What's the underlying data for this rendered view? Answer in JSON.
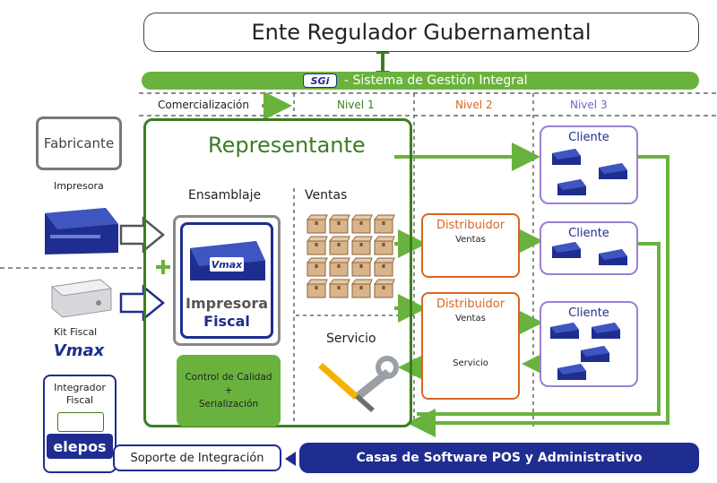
{
  "top_box": {
    "label": "Ente Regulador Gubernamental"
  },
  "sgi": {
    "logo": "SGi",
    "label": "- Sistema de Gestión Integral"
  },
  "levels": {
    "comercializacion": "Comercialización",
    "nivel1": "Nivel 1",
    "nivel2": "Nivel 2",
    "nivel3": "Nivel 3"
  },
  "fabricante": {
    "label": "Fabricante",
    "sub": "Impresora"
  },
  "kit_fiscal": {
    "label": "Kit Fiscal",
    "logo": "Vmax"
  },
  "integrador": {
    "title": "Integrador Fiscal",
    "logo": "elepos"
  },
  "representante": {
    "title": "Representante"
  },
  "ensamblaje": {
    "title": "Ensamblaje",
    "printer_logo": "Vmax",
    "printer_line1": "Impresora",
    "printer_line2": "Fiscal"
  },
  "control": {
    "line1": "Control de Calidad",
    "line2": "+",
    "line3": "Serialización"
  },
  "ventas": {
    "title": "Ventas"
  },
  "servicio": {
    "title": "Servicio"
  },
  "distribuidor1": {
    "title": "Distribuidor",
    "sub": "Ventas"
  },
  "distribuidor2": {
    "title": "Distribuidor",
    "sub": "Ventas",
    "servicio": "Servicio"
  },
  "clientes": [
    {
      "title": "Cliente"
    },
    {
      "title": "Cliente"
    },
    {
      "title": "Cliente"
    }
  ],
  "bottom": {
    "soporte": "Soporte de Integración",
    "casas": "Casas de Software POS y Administrativo"
  },
  "colors": {
    "green": "#6ab23e",
    "dark_green": "#3c7d22",
    "navy": "#1e2d8f",
    "orange": "#d9661f",
    "purple": "#9b7fd4",
    "box_tan": "#d9b48a"
  }
}
